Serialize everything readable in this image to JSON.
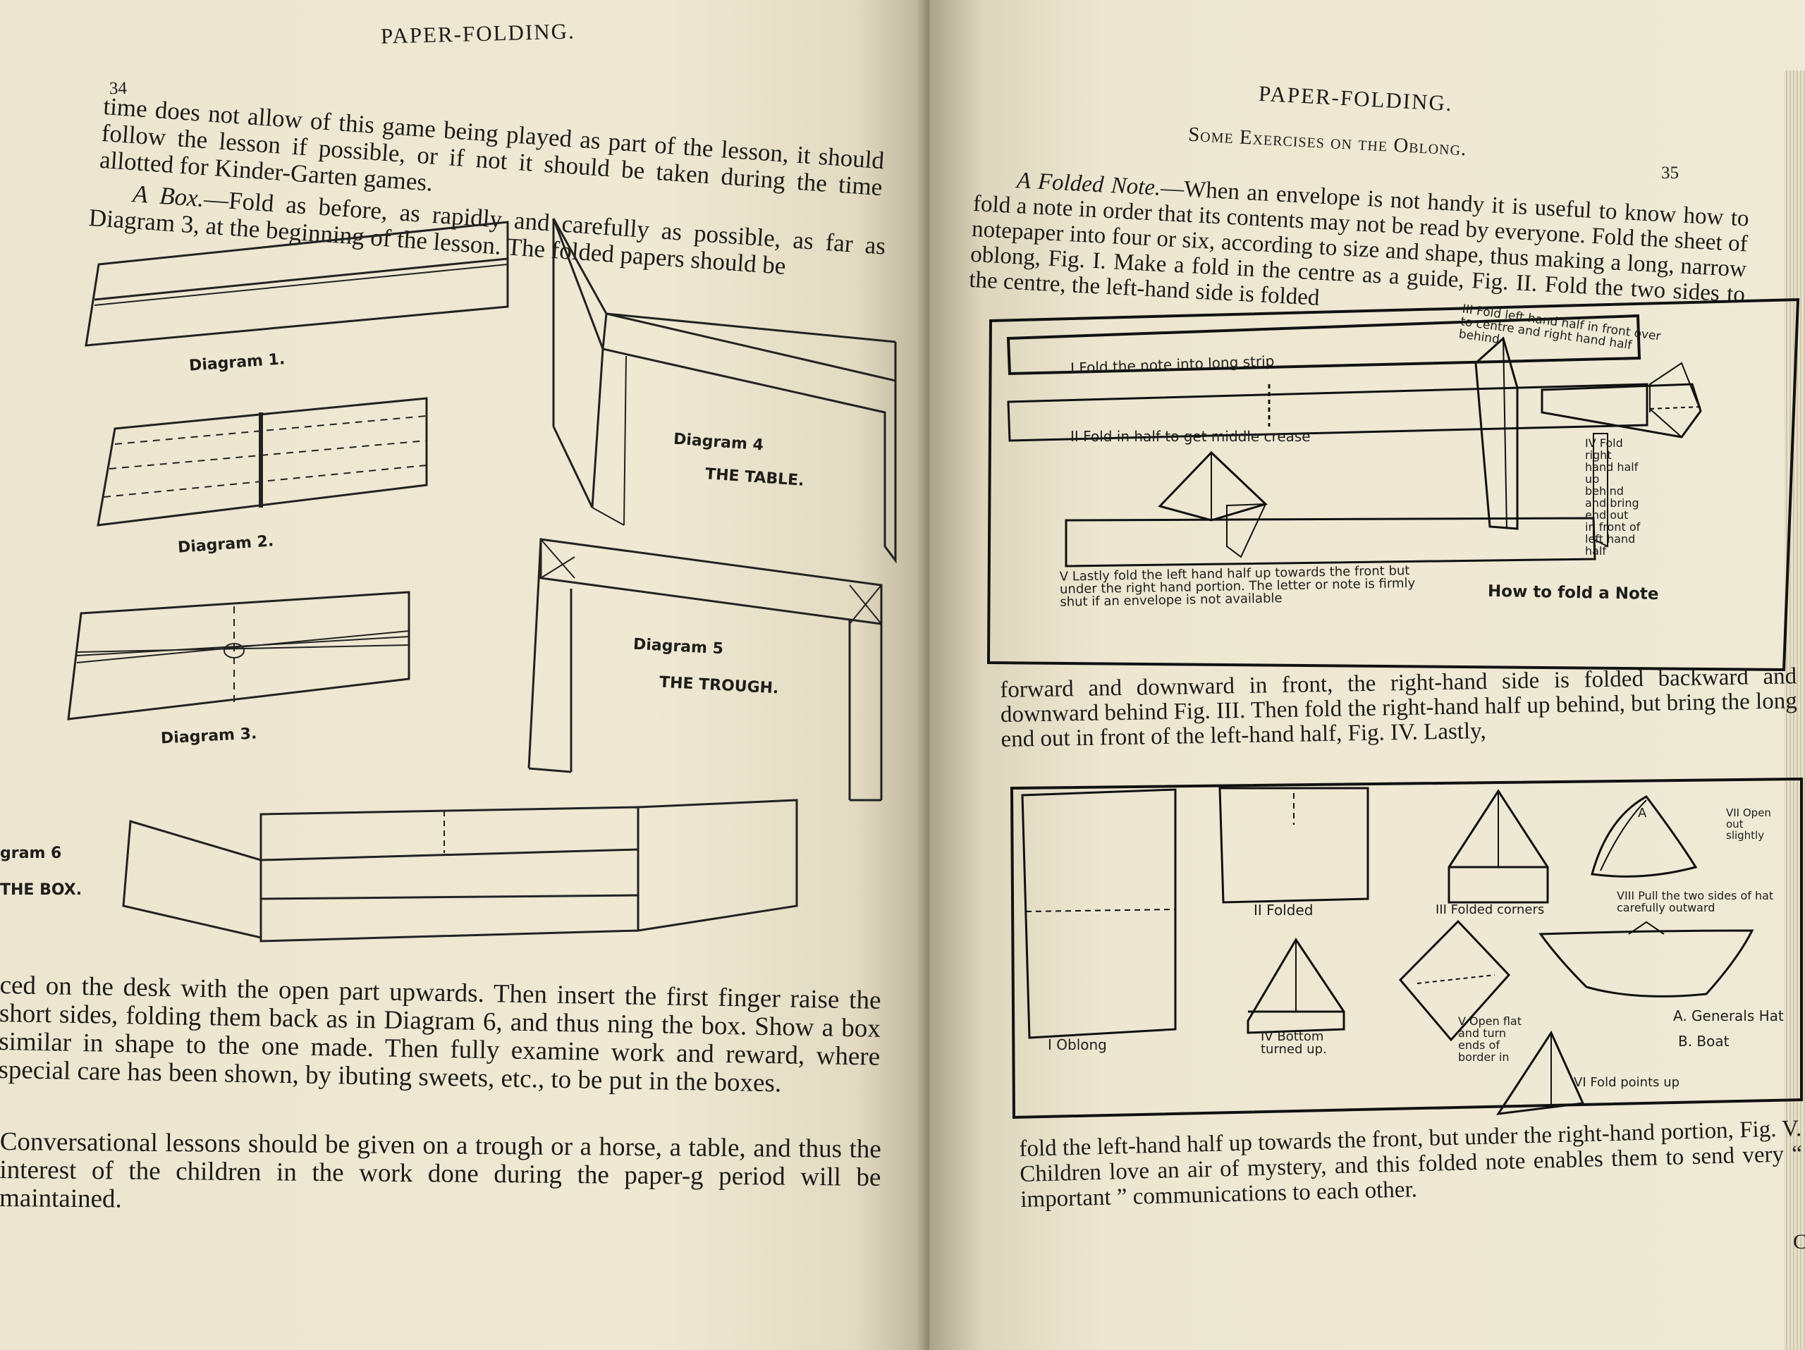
{
  "left_page": {
    "running_head": "PAPER-FOLDING.",
    "page_number": "34",
    "para_top": "time does not allow of this game being played as part of the lesson, it should follow the lesson if possible, or if not it should be taken during the time allotted for Kinder-Garten games.",
    "box_heading": "A Box.",
    "box_text": "—Fold as before, as rapidly and carefully as possible, as far as Diagram 3, at the beginning of the lesson. The folded papers should be",
    "diagram_labels": {
      "d1": "Diagram 1.",
      "d2": "Diagram 2.",
      "d3": "Diagram 3.",
      "d4": "Diagram 4",
      "d4_title": "THE TABLE.",
      "d5": "Diagram 5",
      "d5_title": "THE TROUGH.",
      "d6": "gram 6",
      "d6_title": "THE BOX."
    },
    "para_bottom_1": "ced on the desk with the open part upwards. Then insert the first finger raise the short sides, folding them back as in Diagram 6, and thus ning the box. Show a box similar in shape to the one made. Then fully examine work and reward, where special care has been shown, by ibuting sweets, etc., to be put in the boxes.",
    "para_bottom_2": "Conversational lessons should be given on a trough or a horse, a table, and thus the interest of the children in the work done during the paper-g period will be maintained."
  },
  "right_page": {
    "running_head": "PAPER-FOLDING.",
    "section_heading": "Some Exercises on the Oblong.",
    "page_number": "35",
    "note_heading": "A Folded Note.",
    "note_text": "—When an envelope is not handy it is useful to know how to fold a note in order that its contents may not be read by everyone. Fold the sheet of notepaper into four or six, according to size and shape, thus making a long, narrow oblong, Fig. I. Make a fold in the centre as a guide, Fig. II. Fold the two sides to the centre, the left-hand side is folded",
    "note_figure": {
      "step1": "I Fold the note into long strip",
      "step2": "II Fold in half to get middle crease",
      "step3": "III Fold left hand half in front over to centre and right hand half behind",
      "step4": "IV Fold right hand half up behind and bring end out in front of left hand half",
      "step5": "V Lastly fold the left hand half up towards the front but under the right hand portion. The letter or note is firmly shut if an envelope is not available",
      "title": "How to fold a Note"
    },
    "mid_text": "forward and downward in front, the right-hand side is folded backward and downward behind Fig. III. Then fold the right-hand half up behind, but bring the long end out in front of the left-hand half, Fig. IV. Lastly,",
    "hat_figure": {
      "oblong": "I Oblong",
      "folded": "II Folded",
      "corners": "III Folded corners",
      "bottom": "IV Bottom turned up.",
      "open": "V Open flat and turn ends of border in",
      "points": "VI Fold points up",
      "open_out": "VII Open out slightly",
      "pull": "VIII Pull the two sides of hat carefully outward",
      "letter_a": "A",
      "legend_a": "A. Generals Hat",
      "legend_b": "B. Boat"
    },
    "bottom_text": "fold the left-hand half up towards the front, but under the right-hand portion, Fig. V. Children love an air of mystery, and this folded note enables them to send very “ important ” communications to each other.",
    "corner_mark": "C"
  }
}
